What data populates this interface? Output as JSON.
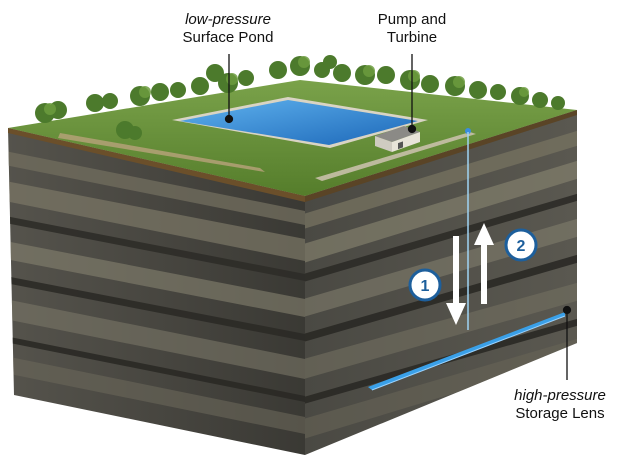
{
  "labels": {
    "pond_line1": "low-pressure",
    "pond_line2": "Surface Pond",
    "pump_line1": "Pump and",
    "pump_line2": "Turbine",
    "lens_line1": "high-pressure",
    "lens_line2": "Storage Lens"
  },
  "steps": [
    "1",
    "2"
  ],
  "colors": {
    "water": "#2a7fd0",
    "grass": "#5f8a34",
    "rock_dark": "#3a3a36",
    "rock_light": "#8d8a7c",
    "badge_border": "#1d5f9c",
    "arrow": "#ffffff",
    "lens": "#3aa0e8",
    "well": "#9fd4f5"
  },
  "icons": [
    "tree-icon",
    "pump-house-icon",
    "down-arrow-icon",
    "up-arrow-icon"
  ]
}
